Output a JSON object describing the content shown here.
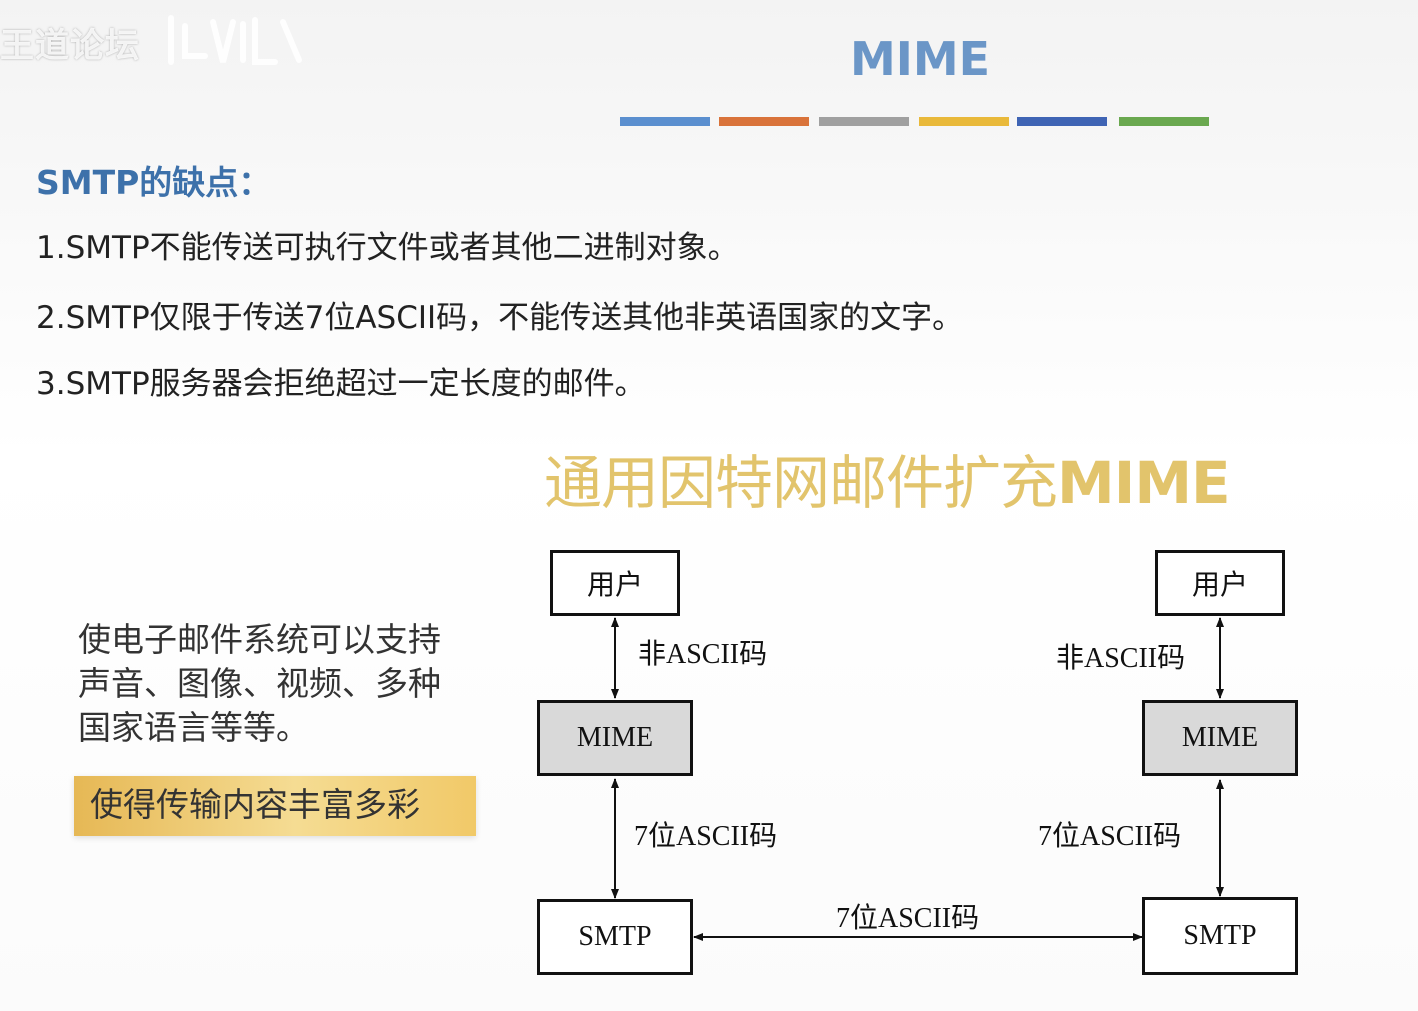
{
  "watermark": {
    "text": "王道论坛"
  },
  "slide": {
    "title": "MIME",
    "bar_colors": [
      "#5b8fcf",
      "#d9733a",
      "#a0a0a0",
      "#e9b93a",
      "#3f64b4",
      "#6aa84f"
    ]
  },
  "section": {
    "heading": "SMTP的缺点：",
    "points": [
      "1.SMTP不能传送可执行文件或者其他二进制对象。",
      "2.SMTP仅限于传送7位ASCII码，不能传送其他非英语国家的文字。",
      "3.SMTP服务器会拒绝超过一定长度的邮件。"
    ]
  },
  "mime_title": {
    "text": "通用因特网邮件扩充",
    "accent": "MIME"
  },
  "description": {
    "text": "使电子邮件系统可以支持声音、图像、视频、多种国家语言等等。",
    "highlight": "使得传输内容丰富多彩"
  },
  "diagram": {
    "left": {
      "user": "用户",
      "mime": "MIME",
      "smtp": "SMTP",
      "upper_label": "非ASCII码",
      "lower_label": "7位ASCII码"
    },
    "right": {
      "user": "用户",
      "mime": "MIME",
      "smtp": "SMTP",
      "upper_label": "非ASCII码",
      "lower_label": "7位ASCII码"
    },
    "middle_label": "7位ASCII码"
  }
}
